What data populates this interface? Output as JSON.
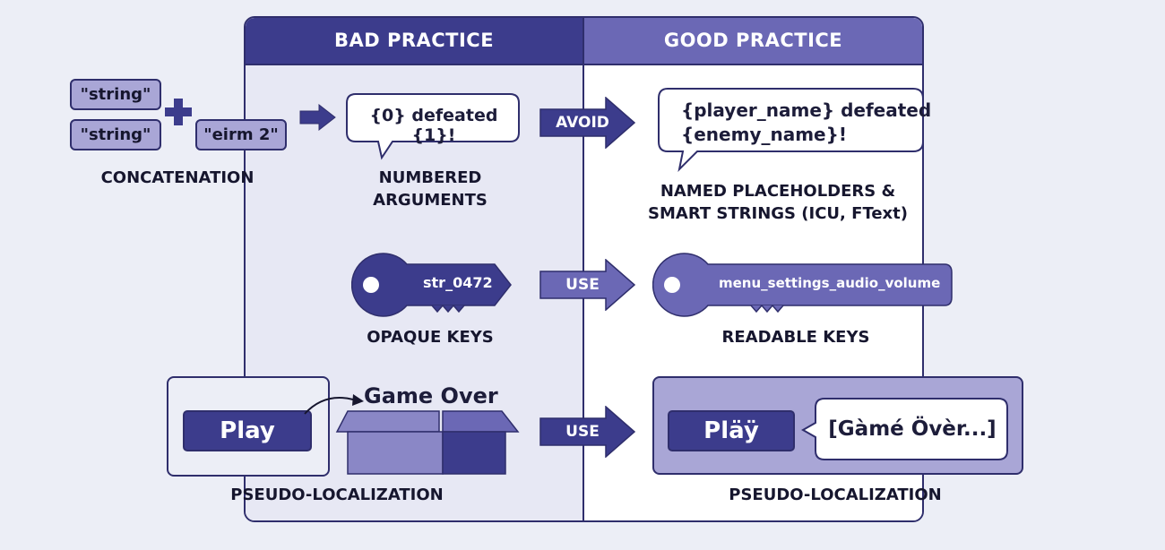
{
  "columns": {
    "bad": "BAD PRACTICE",
    "good": "GOOD PRACTICE"
  },
  "row1": {
    "chips": [
      "\"string\"",
      "\"string\"",
      "\"eirm 2\""
    ],
    "concatenation_label": "CONCATENATION",
    "numbered_bubble": "{0} defeated {1}!",
    "numbered_label_line1": "NUMBERED",
    "numbered_label_line2": "ARGUMENTS",
    "arrow_label": "AVOID",
    "named_bubble_line1": "{player_name} defeated",
    "named_bubble_line2": "{enemy_name}!",
    "named_label_line1": "NAMED PLACEHOLDERS &",
    "named_label_line2": "SMART STRINGS (ICU, FText)"
  },
  "row2": {
    "opaque_key_text": "str_0472",
    "opaque_label": "OPAQUE KEYS",
    "arrow_label": "USE",
    "readable_key_text": "menu_settings_audio_volume",
    "readable_label": "READABLE KEYS"
  },
  "row3": {
    "play_button": "Play",
    "game_over_text": "Game Over",
    "bad_label": "PSEUDO-LOCALIZATION",
    "arrow_label": "USE",
    "pseudo_play_button": "Pläÿ",
    "pseudo_game_over": "[Gàmé Övèr...]",
    "good_label": "PSEUDO-LOCALIZATION"
  },
  "colors": {
    "navy": "#2f2e6c",
    "bad_header": "#3c3c8c",
    "good_header": "#6b68b5",
    "chip": "#a9a6d6",
    "bad_column_bg": "#e7e8f4",
    "page_bg": "#eceef6"
  }
}
